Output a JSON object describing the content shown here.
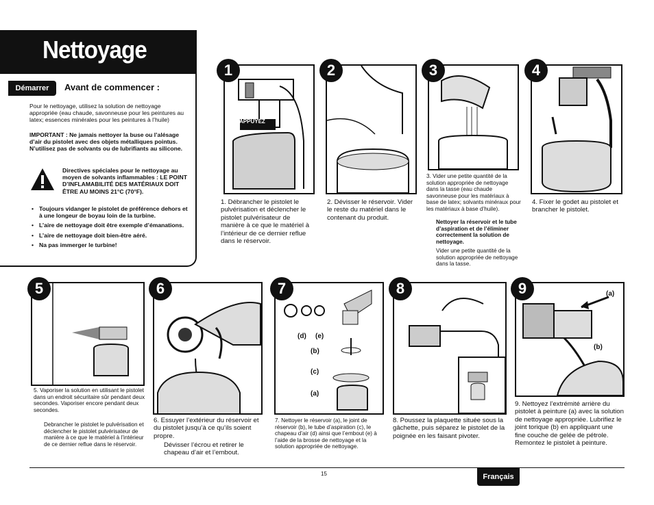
{
  "header": {
    "title": "Nettoyage"
  },
  "intro": {
    "tag": "Démarrer",
    "subtitle": "Avant de commencer :",
    "para1": "Pour le nettoyage, utilisez la solution de nettoyage appropriée (eau chaude, savonneuse pour les peintures au latex; essences minérales pour les peintures à l’huile)",
    "important": "IMPORTANT :  Ne jamais nettoyer la buse ou l’alésage d’air du pistolet avec des objets métalliques pointus.  N’utilisez pas de solvants ou de lubrifiants au silicone.",
    "warning": "Directives spéciales pour le nettoyage au moyen de solvants inflammables : LE POINT D’INFLAMABILITÉ DES MATÉRIAUX DOIT ÊTRE AU MOINS 21°C (70°F).",
    "bullets": [
      "Toujours vidanger le pistolet de préférence dehors et à une longeur de boyau loin de la turbine.",
      "L’aire de nettoyage doit être exemple d’émanations.",
      "L’aire de nettoyage doit bien-être aéré.",
      "Na pas immerger le turbine!"
    ]
  },
  "steps": [
    {
      "num": "1",
      "label": "APPUYEZ",
      "caption": "1.   Débrancher le pistolet le pulvérisation et déclencher le pistolet pulvérisateur de manière à ce que le matériel à l’intérieur de ce dernier reflue dans le réservoir."
    },
    {
      "num": "2",
      "caption": "2.   Dévisser le réservoir. Vider le reste du matériel dans le contenant du produit."
    },
    {
      "num": "3",
      "caption": "3.   Vider une petite quantité de la solution appropriée de nettoyage dans la tasse (eau chaude savonneuse pour les matériaux à base de latex; solvants minéraux pour les matériaux à base d’huile).",
      "caption_bold": "Nettoyer la réservoir et le tube d’aspiration et de l’éliminer correctement la solution de nettoyage.",
      "caption2": "Vider une petite quantité de la solution appropriée de nettoyage dans la tasse."
    },
    {
      "num": "4",
      "caption": "4.   Fixer le godet au pistolet et brancher le pistolet."
    },
    {
      "num": "5",
      "caption": "5.   Vaporiser la solution en utilisant le pistolet dans un endroit sécuritaire sûr pendant deux secondes.    Vaporiser encore pendant deux secondes.",
      "caption2": "Debrancher le pistolet le pulvérisation et déclencher le pistolet pulvérisateur de manière à ce que le matériel à l’intérieur de ce dernier reflue dans le réservoir."
    },
    {
      "num": "6",
      "caption": "6.   Essuyer l’extérieur du réservoir et du pistolet jusqu’à ce qu’ils soient propre.",
      "caption2": "Dévisser l’écrou et retirer le chapeau d’air et l’embout."
    },
    {
      "num": "7",
      "labels": [
        "(d)",
        "(e)",
        "(b)",
        "(c)",
        "(a)"
      ],
      "caption": "7.   Nettoyer le réservoir (a), le joint de réservoir (b), le tube d’aspiration (c), le chapeau d’air (d) ainsi que l’embout (e) à l’aide de la brosse de nettoyage et la solution appropriée de nettoyage."
    },
    {
      "num": "8",
      "caption": "8.   Poussez la plaquette située sous la gâchette, puis séparez le pistolet de la poignée en les faisant pivoter."
    },
    {
      "num": "9",
      "labels": [
        "(a)",
        "(b)"
      ],
      "caption": "9.   Nettoyez l’extrémité arrière du pistolet à peinture (a) avec la solution de nettoyage appropriée. Lubrifiez le joint torique (b) en appliquant une fine couche de gelée de pétrole. Remontez le pistolet à peinture."
    }
  ],
  "footer": {
    "page": "15",
    "language": "Français"
  }
}
